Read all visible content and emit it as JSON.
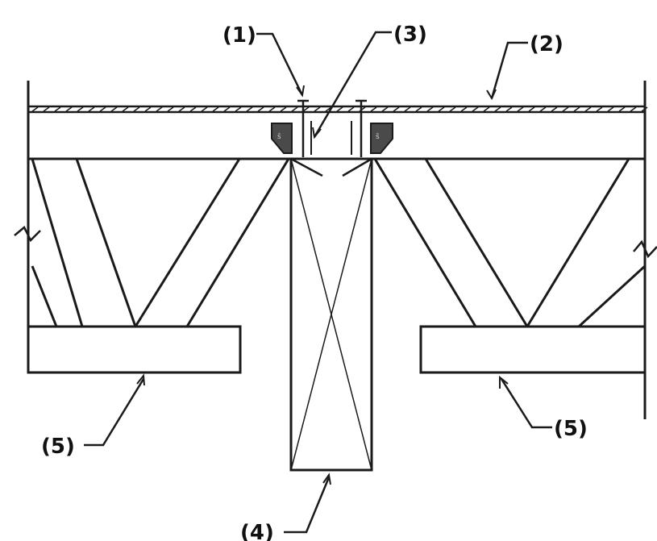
{
  "callouts": [
    {
      "id": "1",
      "text": "(1)"
    },
    {
      "id": "3",
      "text": "(3)"
    },
    {
      "id": "2",
      "text": "(2)"
    },
    {
      "id": "4",
      "text": "(4)"
    },
    {
      "id": "5a",
      "text": "(5)"
    },
    {
      "id": "5b",
      "text": "(5)"
    }
  ],
  "colors": {
    "line": "#1a1a1a",
    "block_fill": "#4a4a4a",
    "background": "#ffffff"
  }
}
